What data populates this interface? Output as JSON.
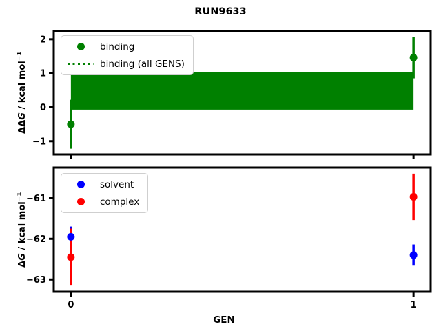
{
  "figure": {
    "title": "RUN9633"
  },
  "chart_data": [
    {
      "type": "scatter",
      "axes": "top",
      "ylabel": {
        "pre": "ΔΔ",
        "var": "G",
        "mid": " / kcal mol",
        "sup": "−1"
      },
      "xlim": [
        -0.05,
        1.05
      ],
      "ylim": [
        -1.39,
        2.24
      ],
      "x": [
        0,
        1
      ],
      "xticks": [
        0,
        1
      ],
      "yticks": [
        -1,
        0,
        1,
        2
      ],
      "ytick_labels": [
        "−1",
        "0",
        "1",
        "2"
      ],
      "series": [
        {
          "name": "binding",
          "color": "#008000",
          "y": [
            -0.5,
            1.46
          ],
          "yerr": [
            0.72,
            0.61
          ]
        }
      ],
      "band": {
        "name": "binding (all GENS)",
        "color": "#008000",
        "x0": 0,
        "x1": 1,
        "center": 0.48,
        "halfwidth": 0.55
      },
      "legend": {
        "items": [
          {
            "label": "binding",
            "swatch": "dot",
            "color": "#008000"
          },
          {
            "label": "binding (all GENS)",
            "swatch": "dotted-line",
            "color": "#008000"
          }
        ]
      }
    },
    {
      "type": "scatter",
      "axes": "bottom",
      "xlabel": "GEN",
      "ylabel": {
        "pre": "Δ",
        "var": "G",
        "mid": " / kcal mol",
        "sup": "−1"
      },
      "xlim": [
        -0.05,
        1.05
      ],
      "ylim": [
        -63.3,
        -60.25
      ],
      "x": [
        0,
        1
      ],
      "xticks": [
        0,
        1
      ],
      "xtick_labels": [
        "0",
        "1"
      ],
      "yticks": [
        -63,
        -62,
        -61
      ],
      "ytick_labels": [
        "−63",
        "−62",
        "−61"
      ],
      "series": [
        {
          "name": "solvent",
          "color": "#0000ff",
          "y": [
            -61.95,
            -62.4
          ],
          "yerr": [
            0.25,
            0.26
          ]
        },
        {
          "name": "complex",
          "color": "#ff0000",
          "y": [
            -62.45,
            -60.97
          ],
          "yerr": [
            0.7,
            0.57
          ]
        }
      ],
      "legend": {
        "items": [
          {
            "label": "solvent",
            "swatch": "dot",
            "color": "#0000ff"
          },
          {
            "label": "complex",
            "swatch": "dot",
            "color": "#ff0000"
          }
        ]
      }
    }
  ]
}
